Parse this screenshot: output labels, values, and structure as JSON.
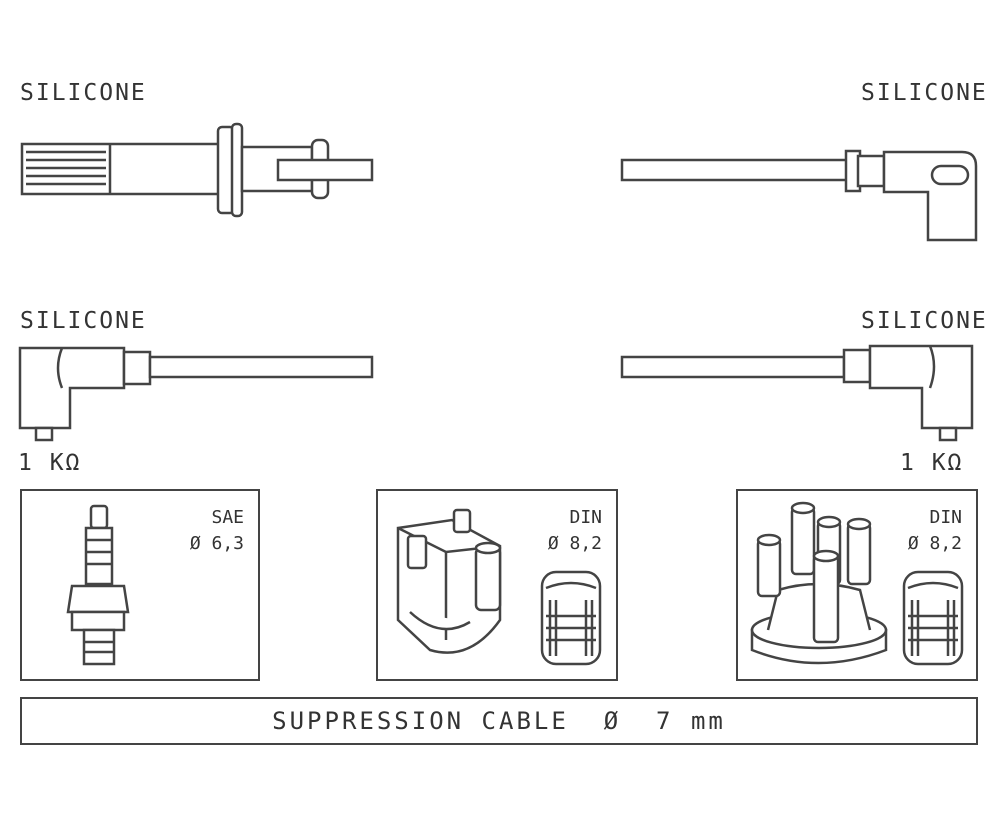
{
  "labels": {
    "top_left": "SILICONE",
    "top_right": "SILICONE",
    "mid_left": "SILICONE",
    "mid_right": "SILICONE",
    "resistance_left": "1 KΩ",
    "resistance_right": "1 KΩ"
  },
  "boxes": [
    {
      "standard": "SAE",
      "diameter": "Ø 6,3"
    },
    {
      "standard": "DIN",
      "diameter": "Ø 8,2"
    },
    {
      "standard": "DIN",
      "diameter": "Ø 8,2"
    }
  ],
  "banner": "SUPPRESSION CABLE  Ø  7 mm"
}
